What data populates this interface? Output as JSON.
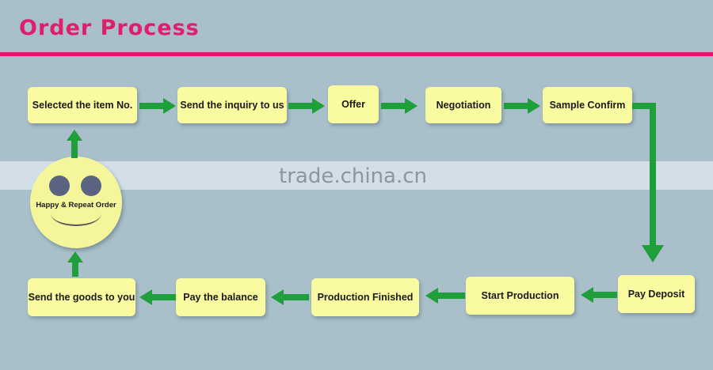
{
  "title": "Order Process",
  "watermark": "trade.china.cn",
  "steps": [
    "Selected the item No.",
    "Send the inquiry to us",
    "Offer",
    "Negotiation",
    "Sample Confirm",
    "Pay Deposit",
    "Start Production",
    "Production Finished",
    "Pay the balance",
    "Send the goods to you"
  ],
  "final_step": "Happy & Repeat Order",
  "colors": {
    "title": "#e01f6c",
    "arrow": "#1f9e3c",
    "box": "#fafaa0",
    "background": "#a9bfc9"
  }
}
